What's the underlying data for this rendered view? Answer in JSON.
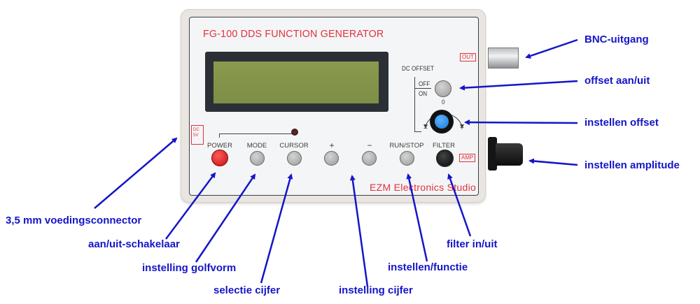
{
  "device": {
    "title": "FG-100 DDS FUNCTION GENERATOR",
    "brand": "EZM Electronics Studio",
    "dc_offset_label": "DC OFFSET",
    "off_label": "OFF",
    "on_label": "ON",
    "knob_zero": "0",
    "knob_minus": "−",
    "knob_plus": "+",
    "out_tag": "OUT",
    "amp_tag": "AMP",
    "dc_tag_top": "DC",
    "dc_tag_bottom": "5V",
    "buttons": [
      {
        "label": "POWER",
        "color": "#d0171a"
      },
      {
        "label": "MODE",
        "color": "#b5b5b5"
      },
      {
        "label": "CURSOR",
        "color": "#b5b5b5"
      },
      {
        "label": "+",
        "color": "#b5b5b5"
      },
      {
        "label": "−",
        "color": "#b5b5b5"
      },
      {
        "label": "RUN/STOP",
        "color": "#b5b5b5"
      },
      {
        "label": "FILTER",
        "color": "#111111"
      }
    ]
  },
  "annotations": {
    "bnc": "BNC-uitgang",
    "offset_toggle": "offset aan/uit",
    "offset_adjust": "instellen offset",
    "amplitude": "instellen amplitude",
    "power_connector": "3,5 mm voedingsconnector",
    "power_switch": "aan/uit-schakelaar",
    "waveform": "instelling golfvorm",
    "digit_select": "selectie cijfer",
    "digit_set": "instelling cijfer",
    "run_function": "instellen/functie",
    "filter": "filter in/uit"
  },
  "colors": {
    "annotation": "#1515c8",
    "panel_red": "#e0323c"
  }
}
